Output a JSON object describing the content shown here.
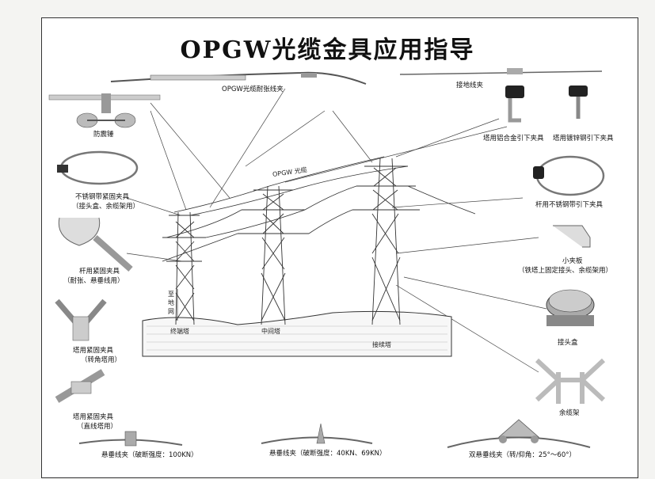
{
  "title": "OPGW光缆金具应用指导",
  "components": {
    "tension_clamp": "OPGW光缆耐张线夹",
    "grounding_clamp": "接地线夹",
    "damper": "防震锤",
    "al_alloy_downlead": "塔用铝合金引下夹具",
    "galv_steel_downlead": "塔用镀锌钢引下夹具",
    "ss_band_clamp": [
      "不锈钢带紧固夹具",
      "（接头盒、余缆架用）"
    ],
    "pole_ss_downlead": "杆用不锈钢带引下夹具",
    "pole_clamp": [
      "杆用紧固夹具",
      "（耐张、悬垂线用）"
    ],
    "small_plate": [
      "小夹板",
      "（铁塔上固定接头、余缆架用）"
    ],
    "tower_corner_clamp": [
      "塔用紧固夹具",
      "（转角塔用）"
    ],
    "splice_box": "接头盒",
    "tower_straight_clamp": [
      "塔用紧固夹具",
      "（直线塔用）"
    ],
    "cable_rack": "余缆架",
    "susp_100": "悬垂线夹（破断强度：100KN）",
    "susp_40_69": "悬垂线夹（破断强度：40KN、69KN）",
    "double_susp": "双悬垂线夹（转/仰角：25°～60°）"
  },
  "diagram": {
    "cable": "OPGW 光缆",
    "to_ground": [
      "至",
      "地",
      "网"
    ],
    "end_tower": "终端塔",
    "middle_tower": "中间塔",
    "splice_tower": "接续塔"
  }
}
